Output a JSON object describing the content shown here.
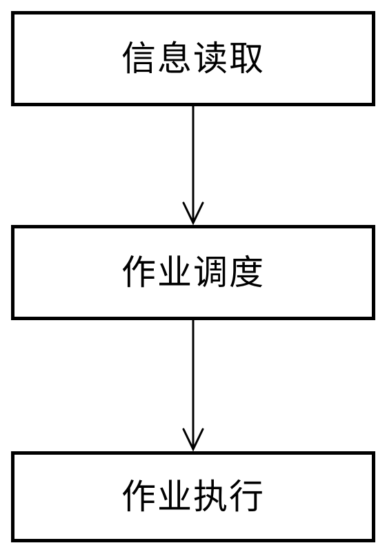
{
  "diagram": {
    "type": "flowchart",
    "direction": "top-to-bottom",
    "nodes": [
      {
        "id": "n1",
        "label": "信息读取"
      },
      {
        "id": "n2",
        "label": "作业调度"
      },
      {
        "id": "n3",
        "label": "作业执行"
      }
    ],
    "edges": [
      {
        "from": "n1",
        "to": "n2"
      },
      {
        "from": "n2",
        "to": "n3"
      }
    ],
    "colors": {
      "stroke": "#000000",
      "fill": "#ffffff",
      "text": "#000000"
    }
  }
}
